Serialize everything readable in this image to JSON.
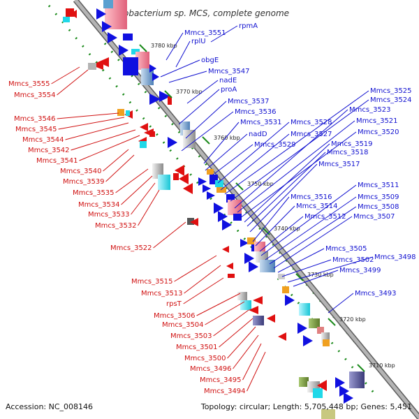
{
  "title": "Mycobacterium sp. MCS, complete genome",
  "footer": {
    "accession": "Accession: NC_008146",
    "topology": "Topology: circular; Length: 5,705,448 bp; Genes: 5,451"
  },
  "colors": {
    "backbone": "#8c8c8c",
    "forward_arrow": "#1010e0",
    "reverse_arrow": "#e01010",
    "forward_label": "#1010d0",
    "reverse_label": "#d01010",
    "dots": "#1a8a1a"
  },
  "kbp_ticks": [
    "3780 kbp",
    "3770 kbp",
    "3760 kbp",
    "3750 kbp",
    "3740 kbp",
    "3730 kbp",
    "3720 kbp",
    "3710 kbp"
  ],
  "forward_labels": [
    "rpmA",
    "Mmcs_3551",
    "rplU",
    "obgE",
    "Mmcs_3547",
    "nadE",
    "proA",
    "Mmcs_3537",
    "Mmcs_3536",
    "Mmcs_3531",
    "nadD",
    "Mmcs_3529",
    "Mmcs_3528",
    "Mmcs_3527",
    "Mmcs_3525",
    "Mmcs_3524",
    "Mmcs_3523",
    "Mmcs_3521",
    "Mmcs_3520",
    "Mmcs_3519",
    "Mmcs_3518",
    "Mmcs_3517",
    "Mmcs_3516",
    "Mmcs_3514",
    "Mmcs_3512",
    "Mmcs_3511",
    "Mmcs_3509",
    "Mmcs_3508",
    "Mmcs_3507",
    "Mmcs_3505",
    "Mmcs_3502",
    "Mmcs_3498",
    "Mmcs_3499",
    "Mmcs_3493"
  ],
  "reverse_labels": [
    "Mmcs_3555",
    "Mmcs_3554",
    "Mmcs_3546",
    "Mmcs_3545",
    "Mmcs_3544",
    "Mmcs_3542",
    "Mmcs_3541",
    "Mmcs_3540",
    "Mmcs_3539",
    "Mmcs_3535",
    "Mmcs_3534",
    "Mmcs_3533",
    "Mmcs_3532",
    "Mmcs_3522",
    "Mmcs_3515",
    "Mmcs_3513",
    "rpsT",
    "Mmcs_3506",
    "Mmcs_3504",
    "Mmcs_3503",
    "Mmcs_3501",
    "Mmcs_3500",
    "Mmcs_3496",
    "Mmcs_3495",
    "Mmcs_3494"
  ]
}
